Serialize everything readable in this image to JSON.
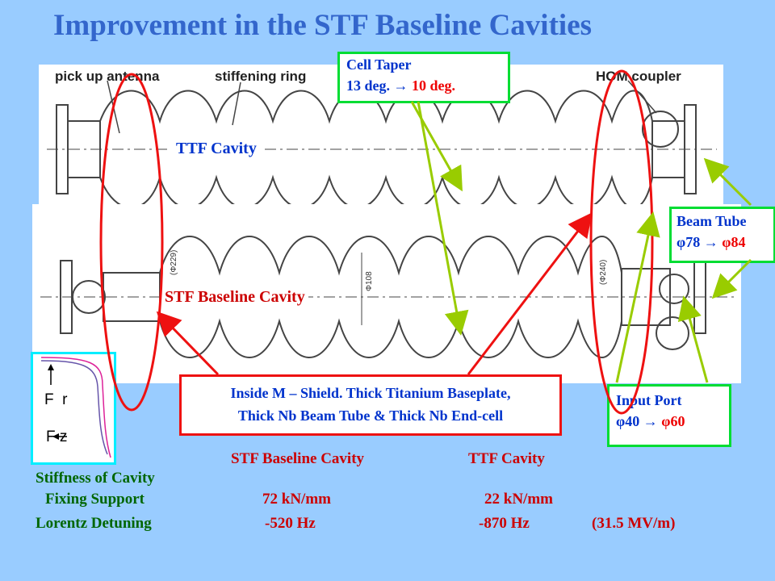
{
  "title": "Improvement in the STF Baseline Cavities",
  "drawing_labels": {
    "pickup": "pick up antenna",
    "stiffening": "stiffening ring",
    "hom": "HOM coupler",
    "dim1": "(Φ229)",
    "dim2": "Φ108",
    "dim3": "(Φ240)"
  },
  "labels": {
    "ttf_cavity": "TTF Cavity",
    "stf_cavity": "STF Baseline Cavity"
  },
  "cell_taper": {
    "heading": "Cell Taper",
    "from": "13 deg. →",
    "to": "10 deg."
  },
  "beam_tube": {
    "heading": "Beam Tube",
    "from": "φ78 →",
    "to": "φ84"
  },
  "input_port": {
    "heading": "Input Port",
    "from": "φ40 →",
    "to": "φ60"
  },
  "shield_note": {
    "line1": "Inside M – Shield.  Thick Titanium Baseplate,",
    "line2": "Thick Nb Beam Tube & Thick Nb End-cell"
  },
  "force_diagram": {
    "fr": "F  r",
    "fz": "F z"
  },
  "table": {
    "col_stf": "STF Baseline Cavity",
    "col_ttf": "TTF Cavity",
    "row1_label_a": "Stiffness of Cavity",
    "row1_label_b": "Fixing Support",
    "row1_stf": "72 kN/mm",
    "row1_ttf": "22 kN/mm",
    "row2_label": "Lorentz Detuning",
    "row2_stf": "-520 Hz",
    "row2_ttf": "-870 Hz",
    "row2_note": "(31.5 MV/m)"
  },
  "colors": {
    "background": "#99ccff",
    "title": "#3366cc",
    "highlight_red": "#ee1111",
    "callout_green": "#00dd33",
    "arrow_green": "#99cc00",
    "cyan": "#00eeff"
  }
}
